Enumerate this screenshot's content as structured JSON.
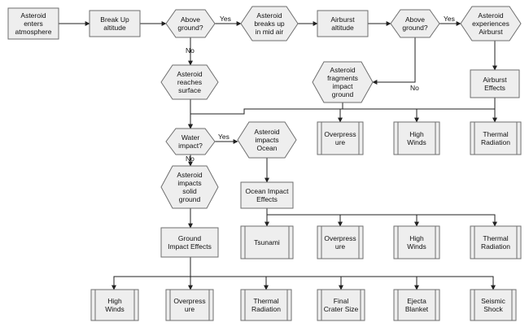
{
  "nodes": [
    {
      "id": "n_enter",
      "label": "Asteroid\nenters\natmosphere",
      "shape": "process"
    },
    {
      "id": "n_breakup_alt",
      "label": "Break Up\naltitude",
      "shape": "process"
    },
    {
      "id": "n_above1",
      "label": "Above\nground?",
      "shape": "decision"
    },
    {
      "id": "n_breaks_mid",
      "label": "Asteroid\nbreaks up\nin mid air",
      "shape": "hexagon"
    },
    {
      "id": "n_airburst_alt",
      "label": "Airburst\naltitude",
      "shape": "process"
    },
    {
      "id": "n_above2",
      "label": "Above\nground?",
      "shape": "decision"
    },
    {
      "id": "n_exp_airburst",
      "label": "Asteroid\nexperiences\nAirburst",
      "shape": "hexagon"
    },
    {
      "id": "n_reaches_surface",
      "label": "Asteroid\nreaches\nsurface",
      "shape": "hexagon"
    },
    {
      "id": "n_fragments",
      "label": "Asteroid\nfragments\nimpact\nground",
      "shape": "hexagon"
    },
    {
      "id": "n_airburst_effects",
      "label": "Airburst\nEffects",
      "shape": "process"
    },
    {
      "id": "n_ab_overpressure",
      "label": "Overpress\nure",
      "shape": "subprocess"
    },
    {
      "id": "n_ab_winds",
      "label": "High\nWinds",
      "shape": "subprocess"
    },
    {
      "id": "n_ab_thermal",
      "label": "Thermal\nRadiation",
      "shape": "subprocess"
    },
    {
      "id": "n_water",
      "label": "Water\nimpact?",
      "shape": "decision"
    },
    {
      "id": "n_impacts_ocean",
      "label": "Asteroid\nimpacts\nOcean",
      "shape": "hexagon"
    },
    {
      "id": "n_ocean_effects",
      "label": "Ocean Impact\nEffects",
      "shape": "process"
    },
    {
      "id": "n_impacts_solid",
      "label": "Asteroid\nimpacts\nsolid\nground",
      "shape": "hexagon"
    },
    {
      "id": "n_tsunami",
      "label": "Tsunami",
      "shape": "subprocess"
    },
    {
      "id": "n_oc_overpressure",
      "label": "Overpress\nure",
      "shape": "subprocess"
    },
    {
      "id": "n_oc_winds",
      "label": "High\nWinds",
      "shape": "subprocess"
    },
    {
      "id": "n_oc_thermal",
      "label": "Thermal\nRadiation",
      "shape": "subprocess"
    },
    {
      "id": "n_ground_effects",
      "label": "Ground\nImpact Effects",
      "shape": "process"
    },
    {
      "id": "n_gr_winds",
      "label": "High\nWinds",
      "shape": "subprocess"
    },
    {
      "id": "n_gr_overpressure",
      "label": "Overpress\nure",
      "shape": "subprocess"
    },
    {
      "id": "n_gr_thermal",
      "label": "Thermal\nRadiation",
      "shape": "subprocess"
    },
    {
      "id": "n_gr_crater",
      "label": "Final\nCrater Size",
      "shape": "subprocess"
    },
    {
      "id": "n_gr_ejecta",
      "label": "Ejecta\nBlanket",
      "shape": "subprocess"
    },
    {
      "id": "n_gr_seismic",
      "label": "Seismic\nShock",
      "shape": "subprocess"
    }
  ],
  "edges": [
    {
      "from": "n_enter",
      "to": "n_breakup_alt",
      "label": ""
    },
    {
      "from": "n_breakup_alt",
      "to": "n_above1",
      "label": ""
    },
    {
      "from": "n_above1",
      "to": "n_breaks_mid",
      "label": "Yes"
    },
    {
      "from": "n_breaks_mid",
      "to": "n_airburst_alt",
      "label": ""
    },
    {
      "from": "n_airburst_alt",
      "to": "n_above2",
      "label": ""
    },
    {
      "from": "n_above2",
      "to": "n_exp_airburst",
      "label": "Yes"
    },
    {
      "from": "n_above1",
      "to": "n_reaches_surface",
      "label": "No"
    },
    {
      "from": "n_above2",
      "to": "n_fragments",
      "label": "No"
    },
    {
      "from": "n_exp_airburst",
      "to": "n_airburst_effects",
      "label": ""
    },
    {
      "from": "n_airburst_effects",
      "to": "n_ab_overpressure",
      "label": ""
    },
    {
      "from": "n_airburst_effects",
      "to": "n_ab_winds",
      "label": ""
    },
    {
      "from": "n_airburst_effects",
      "to": "n_ab_thermal",
      "label": ""
    },
    {
      "from": "n_reaches_surface",
      "to": "n_water",
      "label": ""
    },
    {
      "from": "n_fragments",
      "to": "n_water",
      "label": ""
    },
    {
      "from": "n_water",
      "to": "n_impacts_ocean",
      "label": "Yes"
    },
    {
      "from": "n_water",
      "to": "n_impacts_solid",
      "label": "No"
    },
    {
      "from": "n_impacts_ocean",
      "to": "n_ocean_effects",
      "label": ""
    },
    {
      "from": "n_ocean_effects",
      "to": "n_tsunami",
      "label": ""
    },
    {
      "from": "n_ocean_effects",
      "to": "n_oc_overpressure",
      "label": ""
    },
    {
      "from": "n_ocean_effects",
      "to": "n_oc_winds",
      "label": ""
    },
    {
      "from": "n_ocean_effects",
      "to": "n_oc_thermal",
      "label": ""
    },
    {
      "from": "n_impacts_solid",
      "to": "n_ground_effects",
      "label": ""
    },
    {
      "from": "n_ground_effects",
      "to": "n_gr_winds",
      "label": ""
    },
    {
      "from": "n_ground_effects",
      "to": "n_gr_overpressure",
      "label": ""
    },
    {
      "from": "n_ground_effects",
      "to": "n_gr_thermal",
      "label": ""
    },
    {
      "from": "n_ground_effects",
      "to": "n_gr_crater",
      "label": ""
    },
    {
      "from": "n_ground_effects",
      "to": "n_gr_ejecta",
      "label": ""
    },
    {
      "from": "n_ground_effects",
      "to": "n_gr_seismic",
      "label": ""
    }
  ]
}
